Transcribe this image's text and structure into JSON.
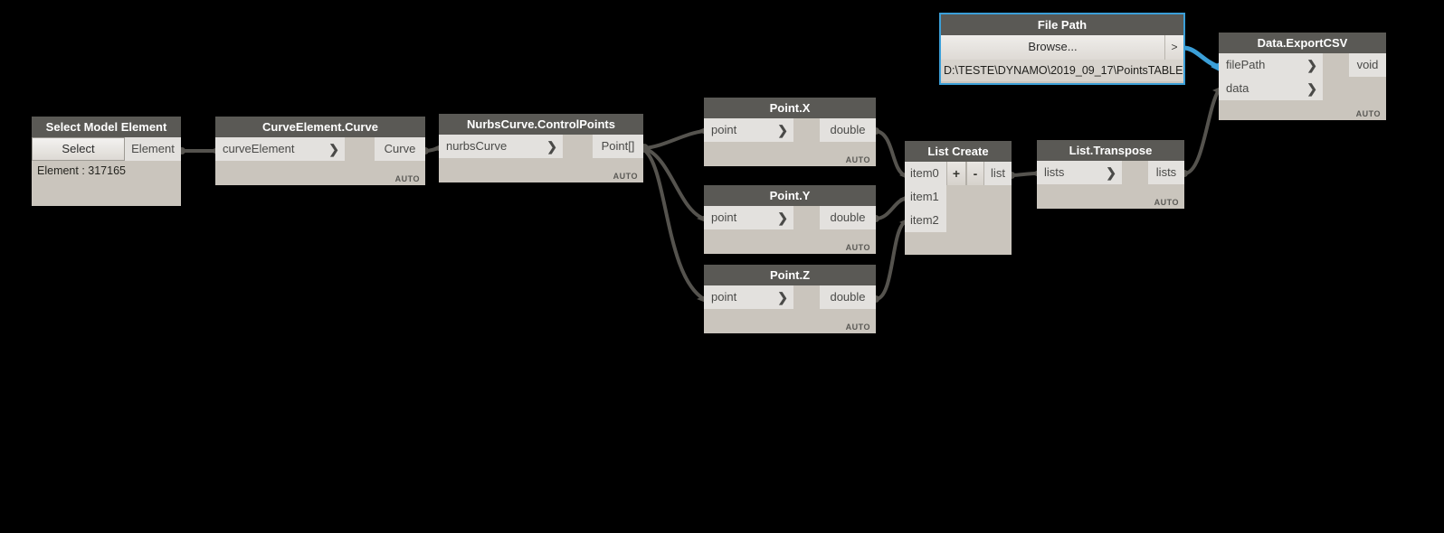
{
  "canvas": {
    "background": "#000000",
    "wire_color": "#55534e",
    "wire_highlight_color": "#3b9fd8"
  },
  "nodes": {
    "select_model_element": {
      "title": "Select Model Element",
      "button_label": "Select",
      "out_port": "Element",
      "value_text": "Element : 317165"
    },
    "curve_element_curve": {
      "title": "CurveElement.Curve",
      "in_ports": [
        "curveElement"
      ],
      "out_ports": [
        "Curve"
      ],
      "lacing": "AUTO"
    },
    "nurbscurve_controlpoints": {
      "title": "NurbsCurve.ControlPoints",
      "in_ports": [
        "nurbsCurve"
      ],
      "out_ports": [
        "Point[]"
      ],
      "lacing": "AUTO"
    },
    "point_x": {
      "title": "Point.X",
      "in_ports": [
        "point"
      ],
      "out_ports": [
        "double"
      ],
      "lacing": "AUTO"
    },
    "point_y": {
      "title": "Point.Y",
      "in_ports": [
        "point"
      ],
      "out_ports": [
        "double"
      ],
      "lacing": "AUTO"
    },
    "point_z": {
      "title": "Point.Z",
      "in_ports": [
        "point"
      ],
      "out_ports": [
        "double"
      ],
      "lacing": "AUTO"
    },
    "list_create": {
      "title": "List Create",
      "in_ports": [
        "item0",
        "item1",
        "item2"
      ],
      "out_ports": [
        "list"
      ],
      "add_label": "+",
      "remove_label": "-"
    },
    "list_transpose": {
      "title": "List.Transpose",
      "in_ports": [
        "lists"
      ],
      "out_ports": [
        "lists"
      ],
      "lacing": "AUTO"
    },
    "file_path": {
      "title": "File Path",
      "browse_label": "Browse...",
      "output_arrow": ">",
      "path_value": "D:\\TESTE\\DYNAMO\\2019_09_17\\PointsTABLE",
      "selected": true
    },
    "data_exportcsv": {
      "title": "Data.ExportCSV",
      "in_ports": [
        "filePath",
        "data"
      ],
      "out_ports": [
        "void"
      ],
      "lacing": "AUTO"
    }
  },
  "icons": {
    "chevron_right": "❯"
  }
}
